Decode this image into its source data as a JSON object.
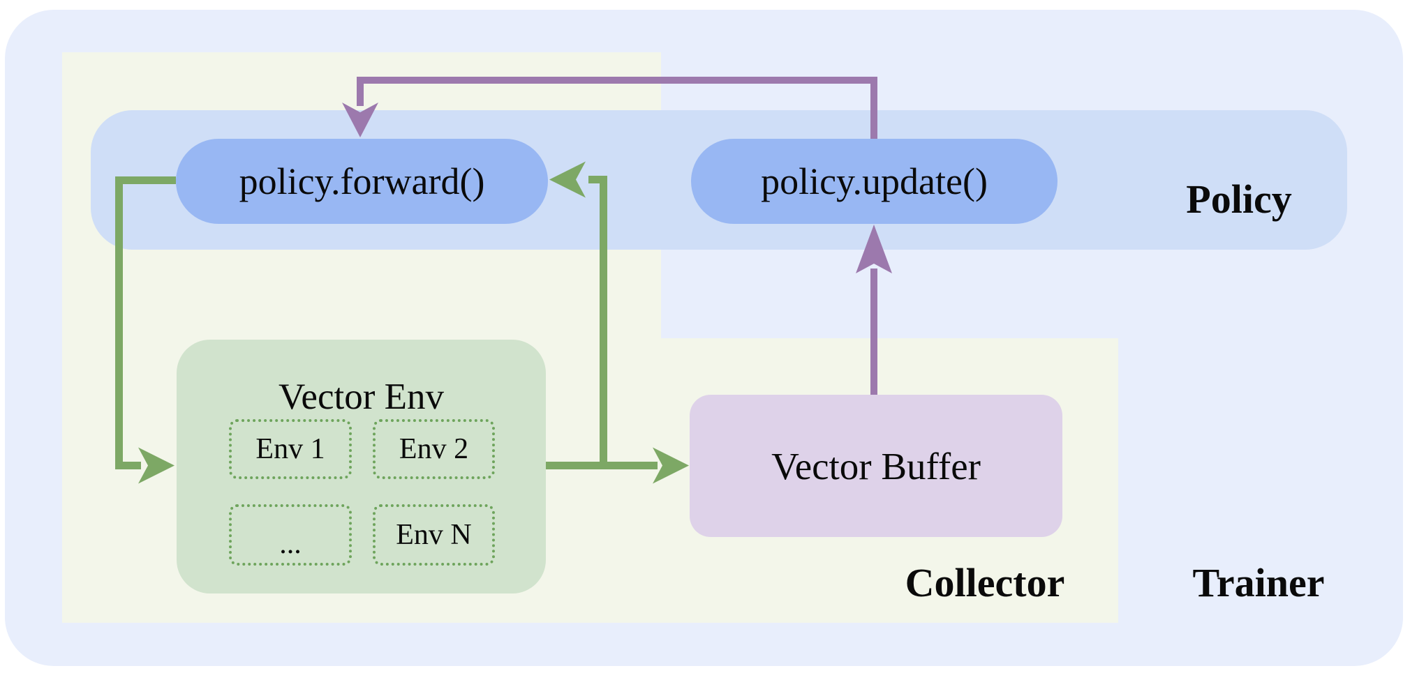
{
  "diagram": {
    "regions": {
      "trainer_label": "Trainer",
      "collector_label": "Collector",
      "policy_label": "Policy"
    },
    "nodes": {
      "policy_forward": "policy.forward()",
      "policy_update": "policy.update()",
      "vector_env_title": "Vector Env",
      "envs": [
        "Env 1",
        "Env 2",
        "...",
        "Env N"
      ],
      "vector_buffer": "Vector Buffer"
    },
    "arrows": [
      "policy-forward-to-vector-env",
      "vector-env-to-vector-buffer",
      "vector-env-to-policy-forward",
      "vector-buffer-to-policy-update",
      "policy-update-to-policy-forward"
    ]
  },
  "colors": {
    "outer_blue": "#e8eefc",
    "cream": "#f3f6ea",
    "band": "#cfdef7",
    "pill_blue": "#98b7f3",
    "env_box": "#d1e3cd",
    "env_border": "#6ea45c",
    "buffer": "#ded2e9",
    "arrow_green": "#7da865",
    "arrow_purple": "#9c79ad"
  }
}
